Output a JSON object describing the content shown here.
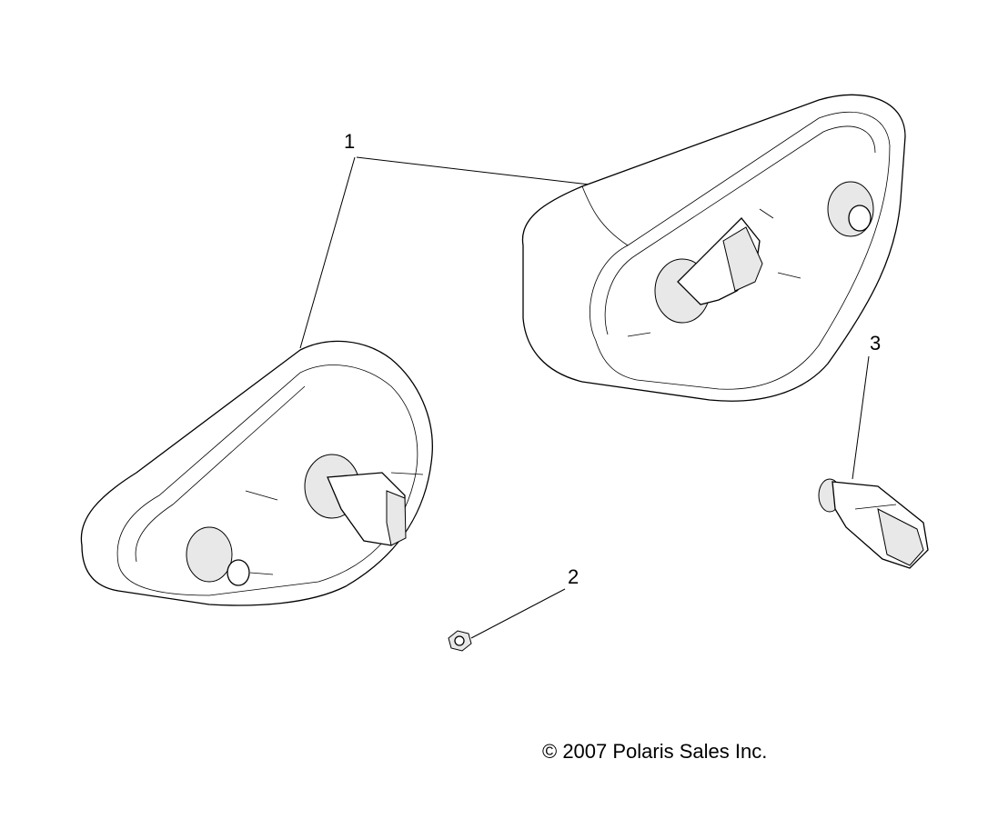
{
  "callouts": {
    "one": "1",
    "two": "2",
    "three": "3"
  },
  "copyright": "© 2007 Polaris Sales Inc.",
  "parts": [
    {
      "callout": "1",
      "name": "tail-lamp-assembly"
    },
    {
      "callout": "2",
      "name": "nut"
    },
    {
      "callout": "3",
      "name": "bulb"
    }
  ]
}
